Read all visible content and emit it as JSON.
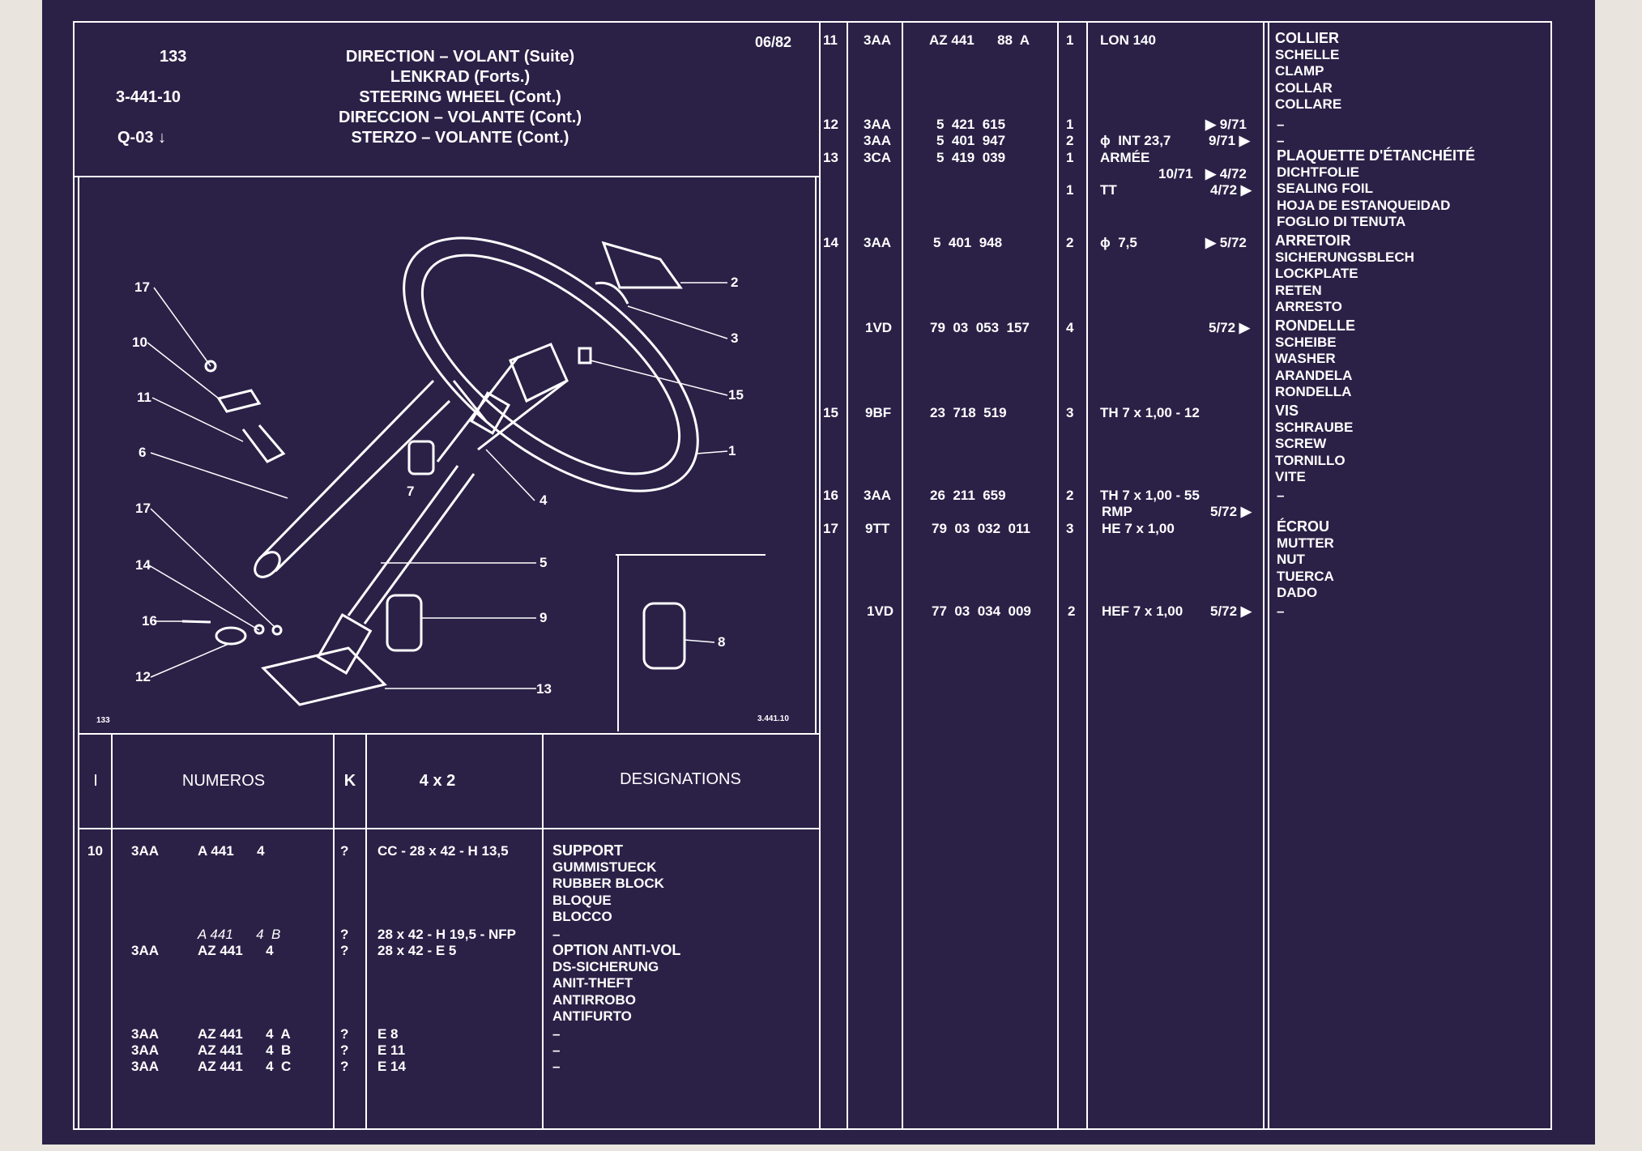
{
  "header": {
    "page_number": "133",
    "ref_code": "3-441-10",
    "model_code": "Q-03",
    "model_arrow": "↓",
    "date": "06/82",
    "titles": [
      "DIRECTION – VOLANT (Suite)",
      "LENKRAD (Forts.)",
      "STEERING WHEEL (Cont.)",
      "DIRECCION – VOLANTE (Cont.)",
      "STERZO – VOLANTE (Cont.)"
    ]
  },
  "diagram": {
    "corner_left": "133",
    "corner_right": "3.441.10",
    "callouts": [
      "17",
      "10",
      "11",
      "6",
      "17",
      "14",
      "16",
      "12",
      "2",
      "3",
      "15",
      "1",
      "7",
      "4",
      "5",
      "9",
      "13",
      "8"
    ]
  },
  "bottom_table": {
    "headers": {
      "index": "I",
      "numbers": "NUMEROS",
      "k": "K",
      "dim": "4 x 2",
      "designations": "DESIGNATIONS"
    },
    "rows": [
      {
        "index": "10",
        "code": "3AA",
        "part": "A 441      4",
        "k": "?",
        "spec": "CC - 28 x 42 - H 13,5",
        "designation": [
          "SUPPORT",
          "GUMMISTUECK",
          "RUBBER BLOCK",
          "BLOQUE",
          "BLOCCO"
        ]
      },
      {
        "code": "",
        "part": "A 441      4  B",
        "k": "?",
        "spec": "28 x 42 - H 19,5 - NFP",
        "designation": [
          "–"
        ]
      },
      {
        "code": "3AA",
        "part": "AZ 441      4",
        "k": "?",
        "spec": "28 x 42 - E 5",
        "designation": [
          "OPTION ANTI-VOL",
          "DS-SICHERUNG",
          "ANIT-THEFT",
          "ANTIRROBO",
          "ANTIFURTO"
        ]
      },
      {
        "code": "3AA",
        "part": "AZ 441      4  A",
        "k": "?",
        "spec": "E 8",
        "designation": [
          "–"
        ]
      },
      {
        "code": "3AA",
        "part": "AZ 441      4  B",
        "k": "?",
        "spec": "E 11",
        "designation": [
          "–"
        ]
      },
      {
        "code": "3AA",
        "part": "AZ 441      4  C",
        "k": "?",
        "spec": "E 14",
        "designation": [
          "–"
        ]
      }
    ]
  },
  "right_table": {
    "rows": [
      {
        "index": "11",
        "code": "3AA",
        "part": "AZ 441      88  A",
        "k": "1",
        "spec": "LON 140",
        "date": "",
        "designation": [
          "COLLIER",
          "SCHELLE",
          "CLAMP",
          "COLLAR",
          "COLLARE"
        ]
      },
      {
        "index": "12",
        "code": "3AA",
        "part": "5  421  615",
        "k": "1",
        "spec": "",
        "date": "▶ 9/71",
        "designation": [
          "–"
        ]
      },
      {
        "index": "",
        "code": "3AA",
        "part": "5  401  947",
        "k": "2",
        "spec": "ϕ  INT 23,7",
        "date": "9/71 ▶",
        "designation": [
          "–"
        ]
      },
      {
        "index": "13",
        "code": "3CA",
        "part": "5  419  039",
        "k": "1",
        "spec": "ARMÉE",
        "date": "",
        "designation": [
          "PLAQUETTE D'ÉTANCHÉITÉ",
          "DICHTFOLIE",
          "SEALING FOIL",
          "HOJA DE ESTANQUEIDAD",
          "FOGLIO DI TENUTA"
        ]
      },
      {
        "index": "",
        "code": "",
        "part": "",
        "k": "",
        "spec": "10/71",
        "date": "▶ 4/72",
        "designation": []
      },
      {
        "index": "",
        "code": "",
        "part": "",
        "k": "1",
        "spec": "TT",
        "date": "4/72 ▶",
        "designation": []
      },
      {
        "index": "14",
        "code": "3AA",
        "part": "5  401  948",
        "k": "2",
        "spec": "ϕ  7,5",
        "date": "▶ 5/72",
        "designation": [
          "ARRETOIR",
          "SICHERUNGSBLECH",
          "LOCKPLATE",
          "RETEN",
          "ARRESTO"
        ]
      },
      {
        "index": "",
        "code": "1VD",
        "part": "79  03  053  157",
        "k": "4",
        "spec": "",
        "date": "5/72 ▶",
        "designation": [
          "RONDELLE",
          "SCHEIBE",
          "WASHER",
          "ARANDELA",
          "RONDELLA"
        ]
      },
      {
        "index": "15",
        "code": "9BF",
        "part": "23  718  519",
        "k": "3",
        "spec": "TH 7 x 1,00 - 12",
        "date": "",
        "designation": [
          "VIS",
          "SCHRAUBE",
          "SCREW",
          "TORNILLO",
          "VITE"
        ]
      },
      {
        "index": "16",
        "code": "3AA",
        "part": "26  211  659",
        "k": "2",
        "spec": "TH 7 x 1,00 - 55",
        "date": "",
        "designation": [
          "–"
        ]
      },
      {
        "index": "",
        "code": "",
        "part": "",
        "k": "",
        "spec": "RMP",
        "date": "5/72 ▶",
        "designation": []
      },
      {
        "index": "17",
        "code": "9TT",
        "part": "79  03  032  011",
        "k": "3",
        "spec": "HE 7 x 1,00",
        "date": "",
        "designation": [
          "ÉCROU",
          "MUTTER",
          "NUT",
          "TUERCA",
          "DADO"
        ]
      },
      {
        "index": "",
        "code": "1VD",
        "part": "77  03  034  009",
        "k": "2",
        "spec": "HEF 7 x 1,00",
        "date": "5/72 ▶",
        "designation": [
          "–"
        ]
      }
    ]
  }
}
